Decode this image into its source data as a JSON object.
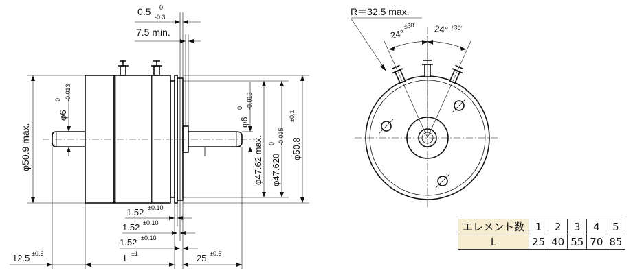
{
  "side_view": {
    "dim_gap": {
      "base": "0.5",
      "tol_upper": "0",
      "tol_lower": "-0.3"
    },
    "dim_min": "7.5 min.",
    "dim_body_dia": "φ50.9 max.",
    "dim_left_shaft": {
      "base": "φ6",
      "tol_upper": "0",
      "tol_lower": "-0.013"
    },
    "dim_right_shaft": {
      "base": "φ6",
      "tol_upper": "0",
      "tol_lower": "-0.013"
    },
    "dim_pilot": "φ47.62 max.",
    "dim_flange": {
      "base": "φ47.620",
      "tol_upper": "0",
      "tol_lower": "-0.025"
    },
    "dim_outer": {
      "base": "φ50.8",
      "tol": "±0.1"
    },
    "dim_1_52_a": {
      "base": "1.52",
      "tol": "±0.10"
    },
    "dim_1_52_b": {
      "base": "1.52",
      "tol": "±0.10"
    },
    "dim_1_52_c": {
      "base": "1.52",
      "tol": "±0.10"
    },
    "dim_left_len": {
      "base": "12.5",
      "tol": "±0.5"
    },
    "dim_L": {
      "base": "L",
      "tol": "±1"
    },
    "dim_right_len": {
      "base": "25",
      "tol": "±0.5"
    }
  },
  "front_view": {
    "radius": "R＝32.5 max.",
    "angle_1": {
      "base": "24°",
      "tol": "±30′"
    },
    "angle_2": {
      "base": "24°",
      "tol": "±30′"
    }
  },
  "table": {
    "header_label": "エレメント数",
    "row_label": "L",
    "elements": [
      "1",
      "2",
      "3",
      "4",
      "5"
    ],
    "lengths": [
      "25",
      "40",
      "55",
      "70",
      "85"
    ]
  }
}
